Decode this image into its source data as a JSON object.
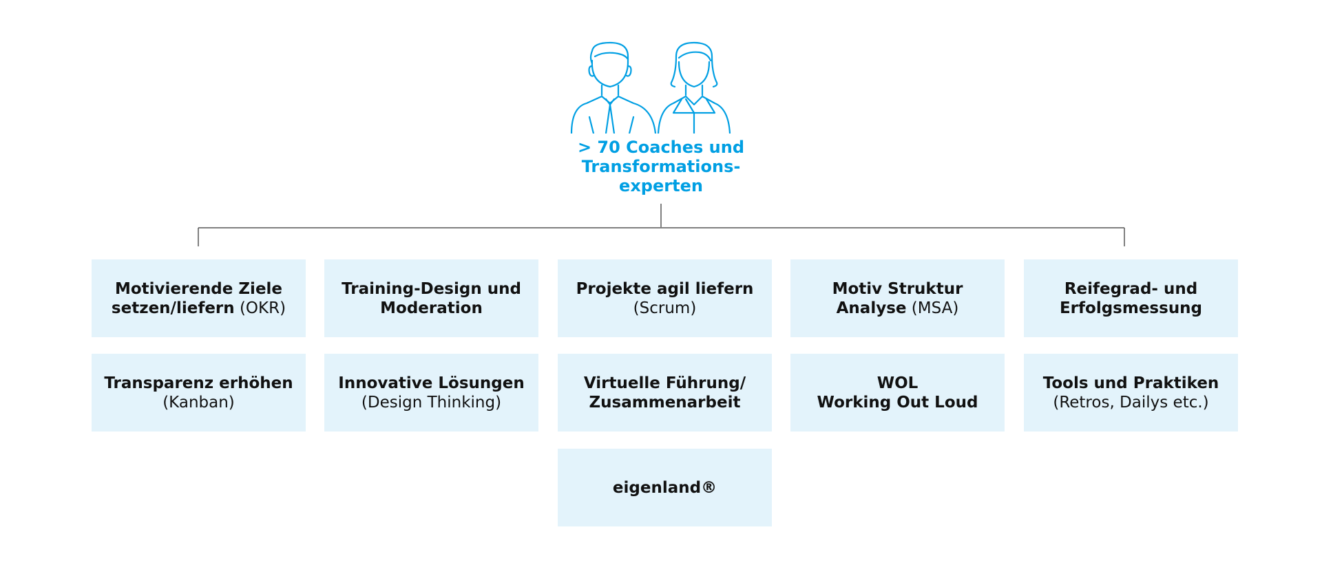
{
  "header": {
    "icon": "two-people-icon",
    "title_line1": "> 70 Coaches und",
    "title_line2": "Transformations-",
    "title_line3": "experten",
    "title_color": "#009fe3"
  },
  "colors": {
    "box_background": "#e3f3fb",
    "line": "#555555",
    "icon_stroke": "#009fe3"
  },
  "boxes": {
    "okr": {
      "bold1": "Motivierende Ziele",
      "bold2": "setzen/liefern",
      "normal2": " (OKR)"
    },
    "training": {
      "bold1": "Training-Design und",
      "bold2": "Moderation"
    },
    "scrum": {
      "bold1": "Projekte agil liefern",
      "normal2": "(Scrum)"
    },
    "msa": {
      "bold1": "Motiv Struktur",
      "bold2": "Analyse",
      "normal2": " (MSA)"
    },
    "reife": {
      "bold1": "Reifegrad- und",
      "bold2": "Erfolgsmessung"
    },
    "kanban": {
      "bold1": "Transparenz erhöhen",
      "normal2": "(Kanban)"
    },
    "design": {
      "bold1": "Innovative Lösungen",
      "normal2": "(Design Thinking)"
    },
    "virtuell": {
      "bold1": "Virtuelle Führung/",
      "bold2": "Zusammenarbeit"
    },
    "wol": {
      "bold1": "WOL",
      "bold2": "Working Out Loud"
    },
    "tools": {
      "bold1": "Tools und Praktiken",
      "normal2": "(Retros, Dailys etc.)"
    },
    "eigenland": {
      "bold1": "eigenland®"
    }
  }
}
